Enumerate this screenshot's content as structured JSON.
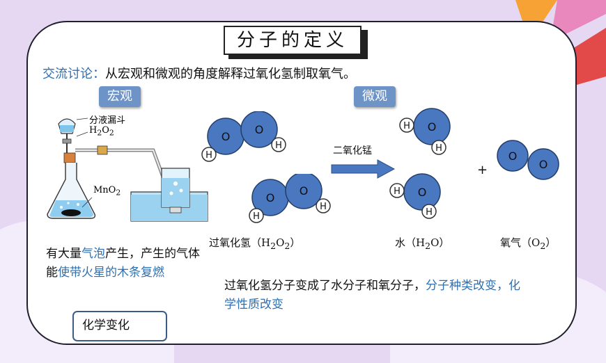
{
  "title": "分子的定义",
  "question": {
    "prefix": "交流讨论：",
    "text": "从宏观和微观的角度解释过氧化氢制取氧气。"
  },
  "macro_label": "宏观",
  "micro_label": "微观",
  "apparatus": {
    "funnel_label": "分液漏斗",
    "h2o2_label": [
      "H",
      "2",
      "O",
      "2"
    ],
    "mno2_label": [
      "MnO",
      "2"
    ]
  },
  "atoms": {
    "oxygen": "O",
    "hydrogen": "H"
  },
  "catalyst": "二氧化锰",
  "plus": "+",
  "molecule_labels": {
    "h2o2": {
      "name": "过氧化氢",
      "formula": [
        "H",
        "2",
        "O",
        "2"
      ]
    },
    "water": {
      "name": "水",
      "formula": [
        "H",
        "2",
        "O"
      ]
    },
    "oxygen": {
      "name": "氧气",
      "formula": [
        "O",
        "2"
      ]
    }
  },
  "macro_observation": {
    "p1": "有大量",
    "p2": "气泡",
    "p3": "产生，产生的气体能",
    "p4": "使带火星的木条复燃"
  },
  "micro_explanation": {
    "p1": "过氧化氢分子变成了水分子和氧分子，",
    "p2": "分子种类改变，化学性质改变"
  },
  "conclusion_box": "化学变化",
  "colors": {
    "atom_fill": "#4a78c0",
    "pill_fill": "#6d93c7",
    "text_highlight": "#2f6fb0",
    "arrow": "#4a78c0"
  }
}
